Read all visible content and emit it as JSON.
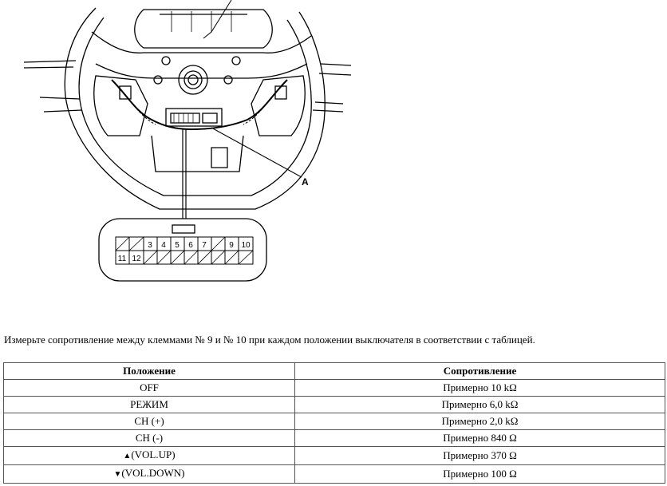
{
  "figure": {
    "callout_label": "A",
    "connector_pins_top": [
      "",
      "",
      "3",
      "4",
      "5",
      "6",
      "7",
      "",
      "9",
      "10"
    ],
    "connector_pins_bottom": [
      "11",
      "12"
    ]
  },
  "instruction": "Измерьте сопротивление между клеммами № 9 и № 10 при каждом положении выключателя в соответствии с таблицей.",
  "table": {
    "headers": [
      "Положение",
      "Сопротивление"
    ],
    "rows": [
      {
        "position": "OFF",
        "resistance": "Примерно 10 kΩ"
      },
      {
        "position": "РЕЖИМ",
        "resistance": "Примерно 6,0 kΩ"
      },
      {
        "position": "CH (+)",
        "resistance": "Примерно 2,0 kΩ"
      },
      {
        "position": "CH (-)",
        "resistance": "Примерно 840 Ω"
      },
      {
        "position": "(VOL.UP)",
        "resistance": "Примерно 370 Ω",
        "icon": "triangle-up-icon"
      },
      {
        "position": "(VOL.DOWN)",
        "resistance": "Примерно 100 Ω",
        "icon": "triangle-down-icon"
      }
    ]
  }
}
